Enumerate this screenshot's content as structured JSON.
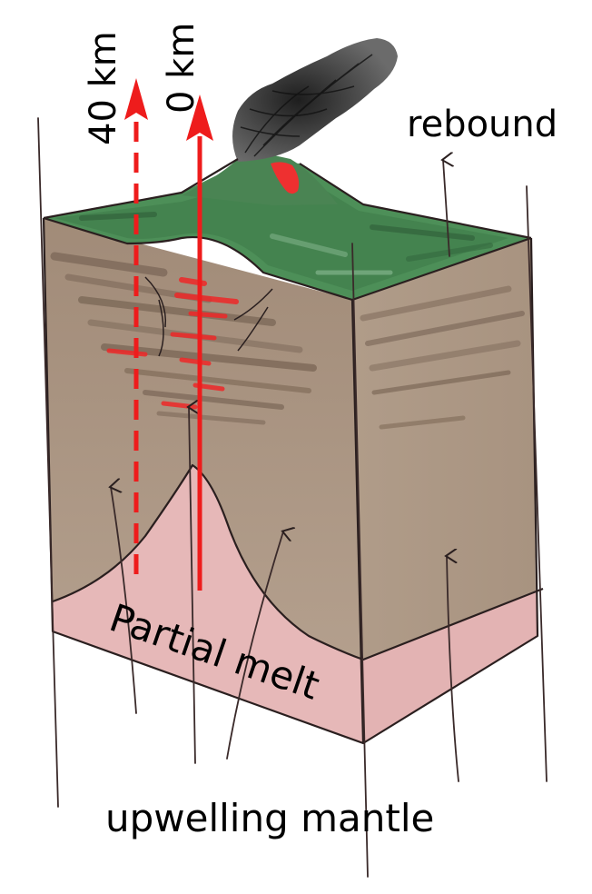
{
  "labels": {
    "depth_40": "40 km",
    "depth_0": "0 km",
    "rebound": "rebound",
    "partial_melt": "Partial melt",
    "upwelling_mantle": "upwelling mantle"
  },
  "colors": {
    "crust": "#b09a87",
    "crust_shadow": "#8f7a69",
    "surface_green": "#4f8a57",
    "surface_dark": "#2f5e38",
    "partial_melt": "#e8b5b5",
    "magma_red": "#ee2020",
    "ash": "#3a3a3a",
    "outline": "#2a1f1f"
  }
}
